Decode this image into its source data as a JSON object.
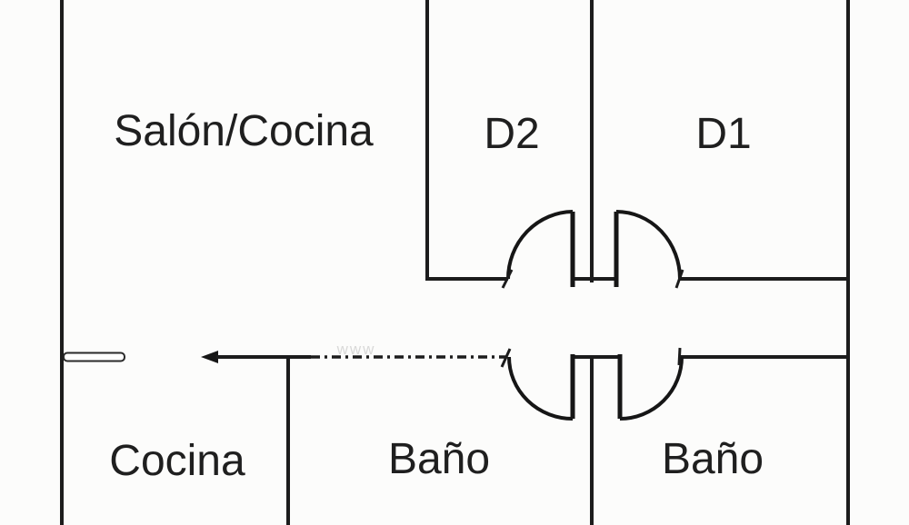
{
  "plan": {
    "type": "apartment-floor-plan",
    "rooms": {
      "salon_cocina": "Salón/Cocina",
      "d2": "D2",
      "d1": "D1",
      "cocina": "Cocina",
      "bano_left": "Baño",
      "bano_right": "Baño"
    },
    "watermark": "www",
    "colors": {
      "wall": "#1c1c1c",
      "background": "#fcfcfb",
      "text": "#1f1f1f",
      "watermark": "#bdbdbd"
    }
  }
}
